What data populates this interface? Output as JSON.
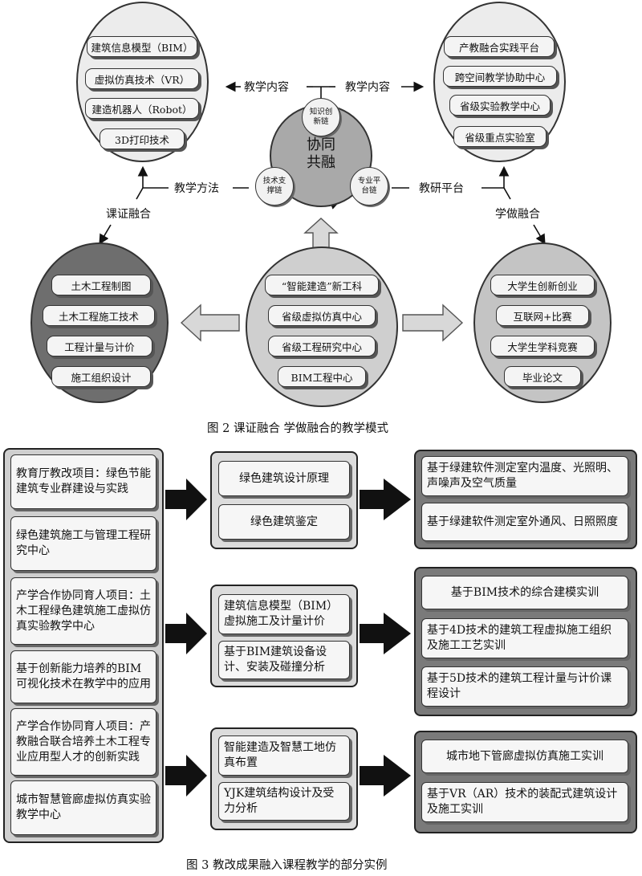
{
  "figure2": {
    "top_left_items": [
      "建筑信息模型（BIM）",
      "虚拟仿真技术（VR）",
      "建造机器人（Robot）",
      "3D打印技术"
    ],
    "top_right_items": [
      "产教融合实践平台",
      "跨空间教学协助中心",
      "省级实验教学中心",
      "省级重点实验室"
    ],
    "bottom_left_items": [
      "土木工程制图",
      "土木工程施工技术",
      "工程计量与计价",
      "施工组织设计"
    ],
    "bottom_center_items": [
      "“智能建造”新工科",
      "省级虚拟仿真中心",
      "省级工程研究中心",
      "BIM工程中心"
    ],
    "bottom_right_items": [
      "大学生创新创业",
      "互联网+比赛",
      "大学生学科竞赛",
      "毕业论文"
    ],
    "hub_label": "协同\n共融",
    "node_top": "知识创\n新链",
    "node_left": "技术支\n撑链",
    "node_right": "专业平\n台链",
    "label_content_left": "教学内容",
    "label_content_right": "教学内容",
    "label_method": "教学方法",
    "label_platform": "教研平台",
    "label_kezheng": "课证融合",
    "label_xuezuo": "学做融合",
    "caption": "图 2  课证融合  学做融合的教学模式"
  },
  "figure3": {
    "left_items": [
      "教育厅教改项目：绿色节能建筑专业群建设与实践",
      "绿色建筑施工与管理工程研究中心",
      "产学合作协同育人项目：土木工程绿色建筑施工虚拟仿真实验教学中心",
      "基于创新能力培养的BIM可视化技术在教学中的应用",
      "产学合作协同育人项目：产教融合联合培养土木工程专业应用型人才的创新实践",
      "城市智慧管廊虚拟仿真实验教学中心"
    ],
    "mid_groups": [
      [
        "绿色建筑设计原理",
        "绿色建筑鉴定"
      ],
      [
        "建筑信息模型（BIM）虚拟施工及计量计价",
        "基于BIM建筑设备设计、安装及碰撞分析"
      ],
      [
        "智能建造及智慧工地仿真布置",
        "YJK建筑结构设计及受力分析"
      ]
    ],
    "right_groups": [
      [
        "基于绿建软件测定室内温度、光照明、声噪声及空气质量",
        "基于绿建软件测定室外通风、日照照度"
      ],
      [
        "基于BIM技术的综合建模实训",
        "基于4D技术的建筑工程虚拟施工组织及施工工艺实训",
        "基于5D技术的建筑工程计量与计价课程设计"
      ],
      [
        "城市地下管廊虚拟仿真施工实训",
        "基于VR（AR）技术的装配式建筑设计及施工实训"
      ]
    ],
    "caption": "图 3  教改成果融入课程教学的部分实例"
  }
}
